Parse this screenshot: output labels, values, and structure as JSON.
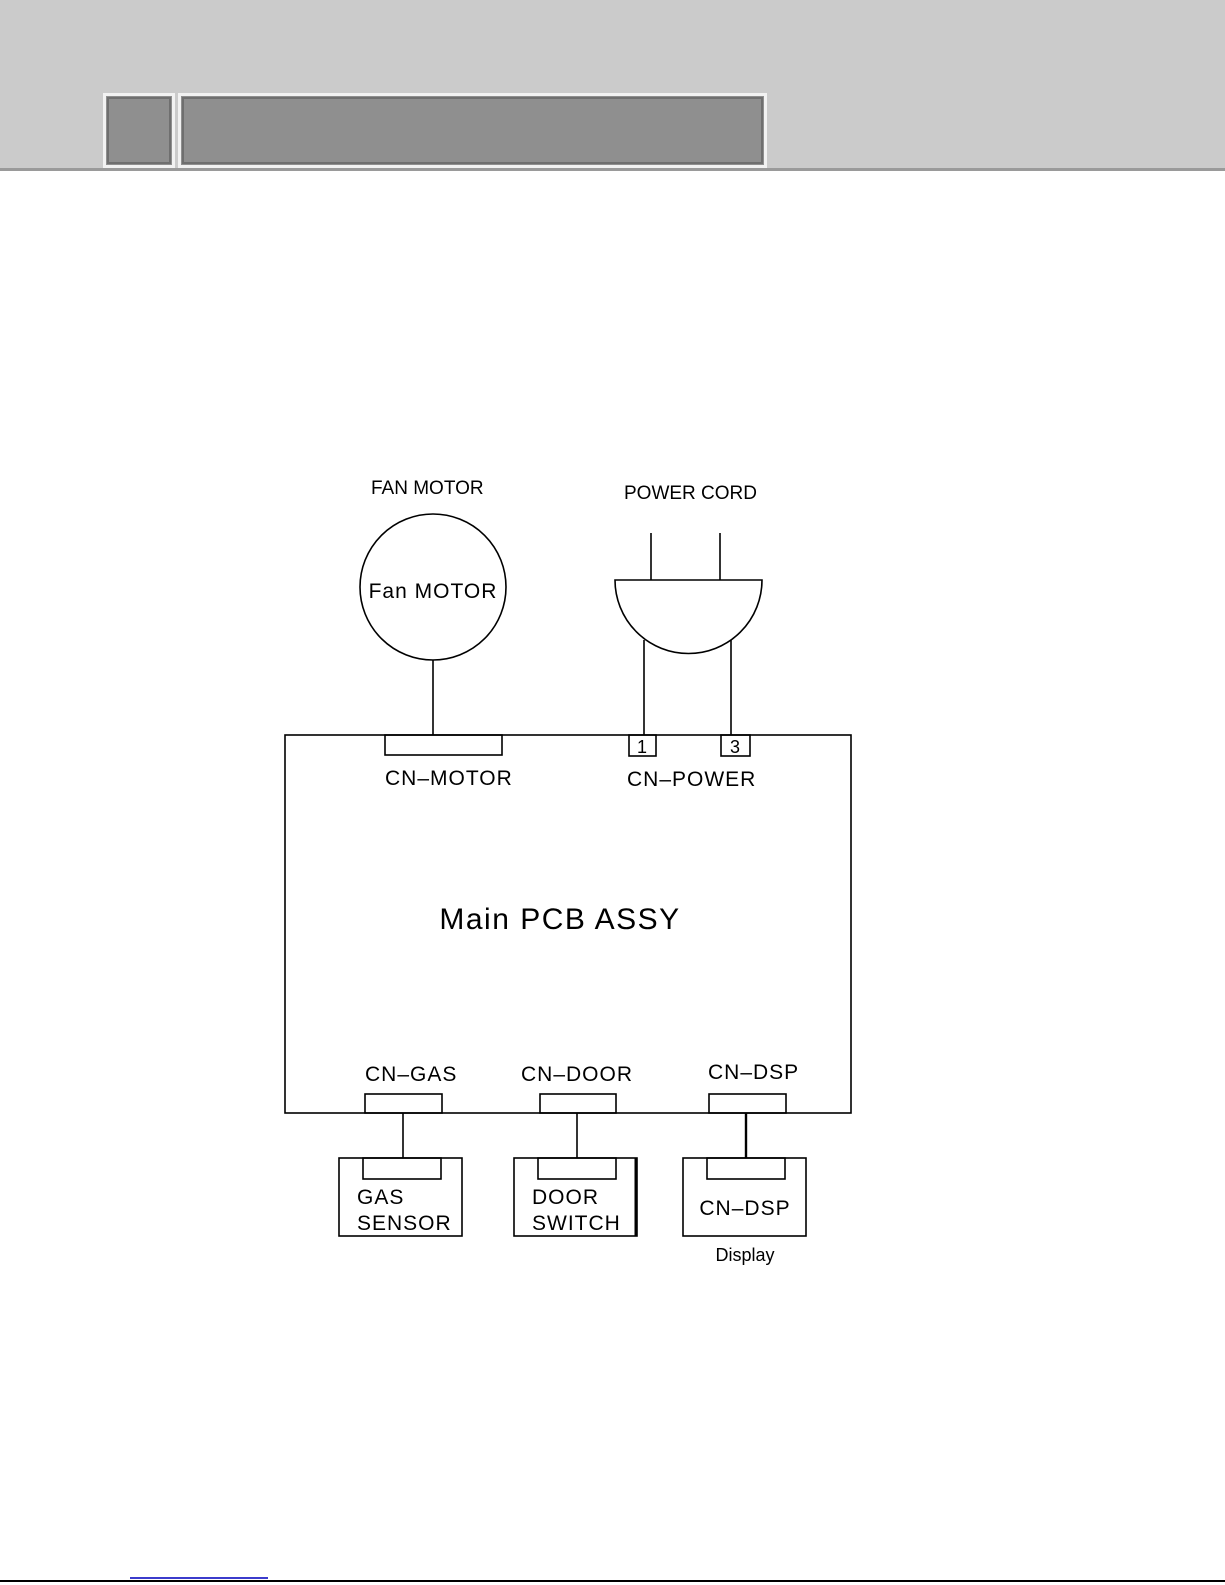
{
  "diagram": {
    "fan_motor_title": "FAN MOTOR",
    "fan_motor_label": "Fan MOTOR",
    "power_cord_title": "POWER CORD",
    "cn_motor": "CN–MOTOR",
    "cn_power": "CN–POWER",
    "pin_1": "1",
    "pin_3": "3",
    "main_pcb": "Main PCB ASSY",
    "cn_gas": "CN–GAS",
    "cn_door": "CN–DOOR",
    "cn_dsp": "CN–DSP",
    "gas_sensor_line1": "GAS",
    "gas_sensor_line2": "SENSOR",
    "door_switch_line1": "DOOR",
    "door_switch_line2": "SWITCH",
    "display_connector": "CN–DSP",
    "display_caption": "Display"
  }
}
